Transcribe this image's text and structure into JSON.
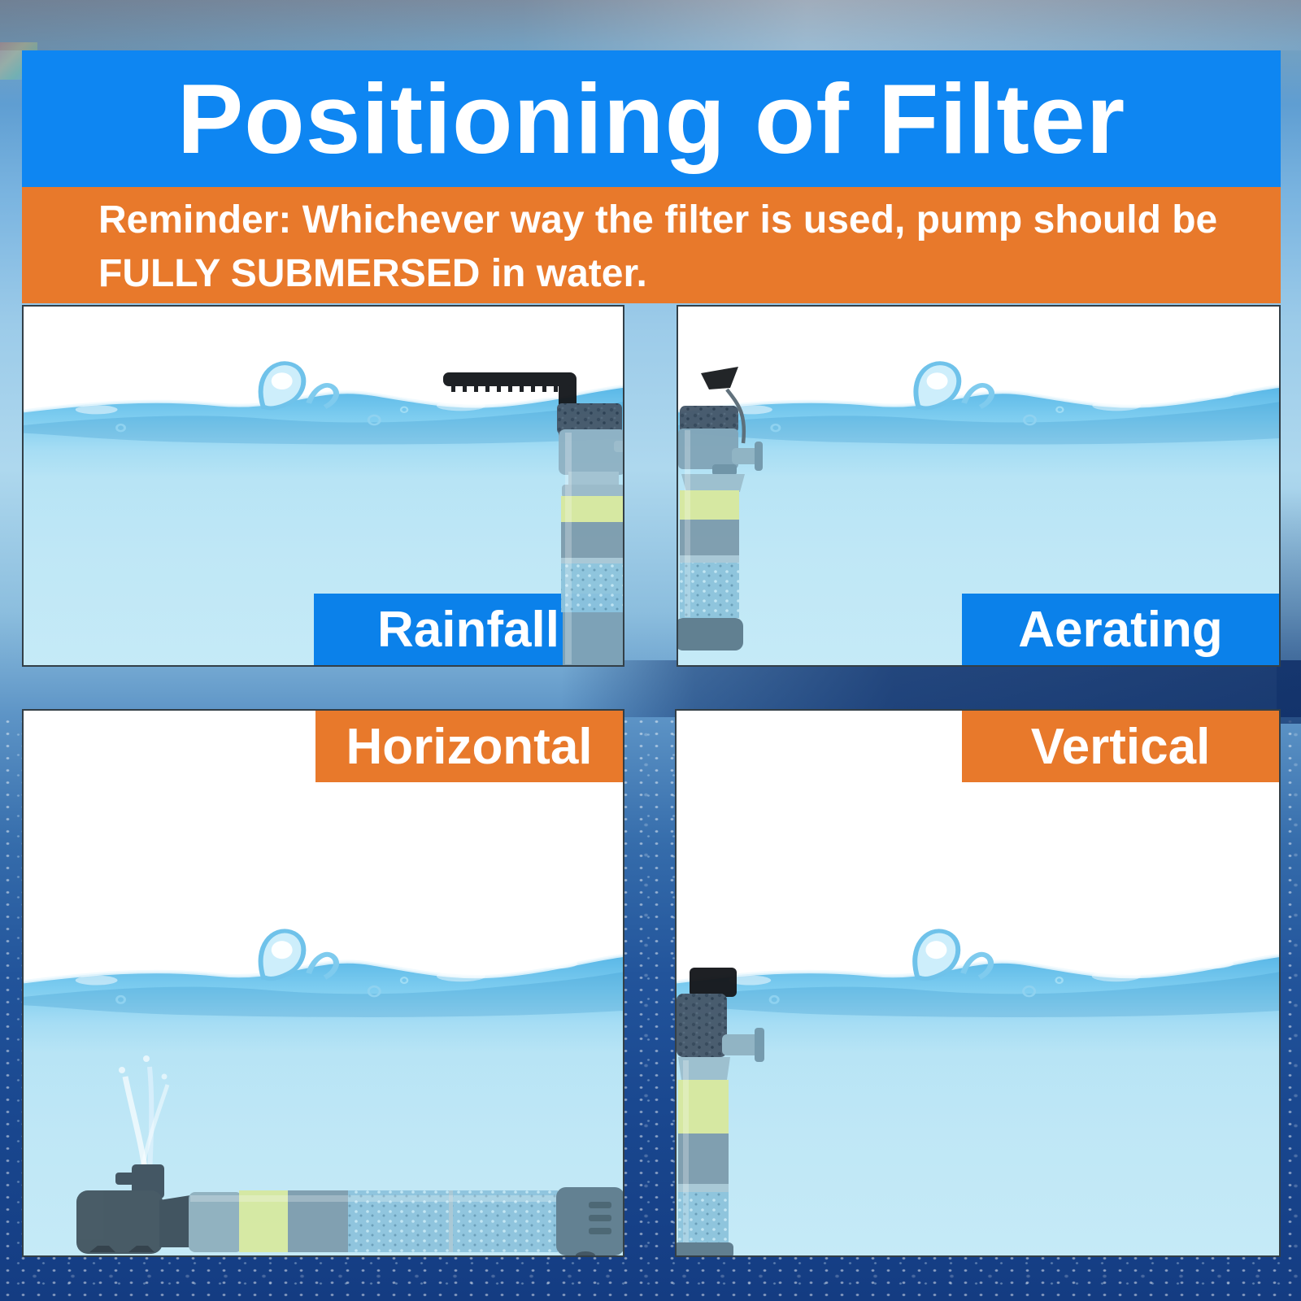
{
  "header": {
    "title": "Positioning of Filter"
  },
  "reminder": {
    "line1": "Reminder: Whichever way the filter is used, pump should be",
    "line2": "FULLY SUBMERSED in water."
  },
  "panels": [
    {
      "id": "rainfall",
      "label": "Rainfall",
      "label_style": "blue",
      "scene": "filter hanging at right with rainfall spray bar above water"
    },
    {
      "id": "aerating",
      "label": "Aerating",
      "label_style": "blue",
      "scene": "vertical filter at left with air-intake valve above water"
    },
    {
      "id": "horizontal",
      "label": "Horizontal",
      "label_style": "orange",
      "scene": "filter lying on tank bottom with upward fountain, fully submersed"
    },
    {
      "id": "vertical",
      "label": "Vertical",
      "label_style": "orange",
      "scene": "filter standing upright at left, fully submersed"
    }
  ],
  "colors": {
    "title_banner_blue": "#0e86f2",
    "reminder_banner_orange": "#e8792b",
    "label_blue": "#0b81ea",
    "label_orange": "#e8792b",
    "panel_water_cyan": "#b7e4f5",
    "wave_blue": "#59b7e7",
    "background_deep_blue": "#143c82",
    "filter_yellow_sponge": "#d7e9a0",
    "filter_blue_sponge": "#8ec4dd",
    "filter_body_gray": "#7e9dae",
    "filter_dark_parts": "#17191d"
  }
}
